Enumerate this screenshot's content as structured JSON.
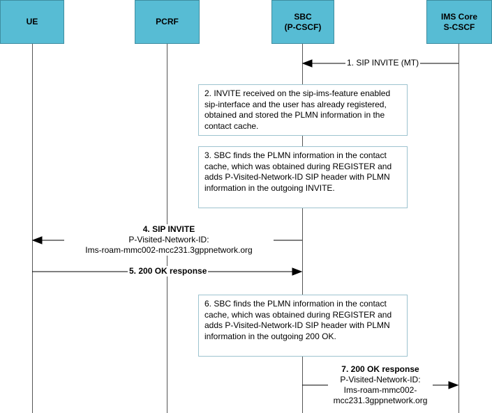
{
  "actors": {
    "ue": "UE",
    "pcrf": "PCRF",
    "sbc": [
      "SBC",
      "(P-CSCF)"
    ],
    "ims": [
      "IMS Core",
      "S-CSCF"
    ]
  },
  "messages": {
    "m1": "1. SIP INVITE (MT)",
    "m4": [
      "4. SIP INVITE",
      "P-Visited-Network-ID:",
      "Ims-roam-mmc002-mcc231.3gppnetwork.org"
    ],
    "m5": "5. 200 OK response",
    "m7": [
      "7. 200 OK response",
      "P-Visited-Network-ID:",
      "Ims-roam-mmc002-",
      "mcc231.3gppnetwork.org"
    ]
  },
  "notes": {
    "n2": "2. INVITE received on the sip-ims-feature enabled sip-interface and the user has already registered, obtained and stored the PLMN information in the contact cache.",
    "n3": "3. SBC finds the PLMN information in the contact cache, which was obtained during REGISTER and adds P-Visited-Network-ID SIP header with PLMN information in the outgoing INVITE.",
    "n6": "6. SBC finds the PLMN information in the contact cache, which was obtained during REGISTER and adds P-Visited-Network-ID SIP header with PLMN information in the outgoing 200 OK."
  },
  "colors": {
    "actor_fill": "#57bcd4",
    "note_border": "#9dc3cf"
  }
}
